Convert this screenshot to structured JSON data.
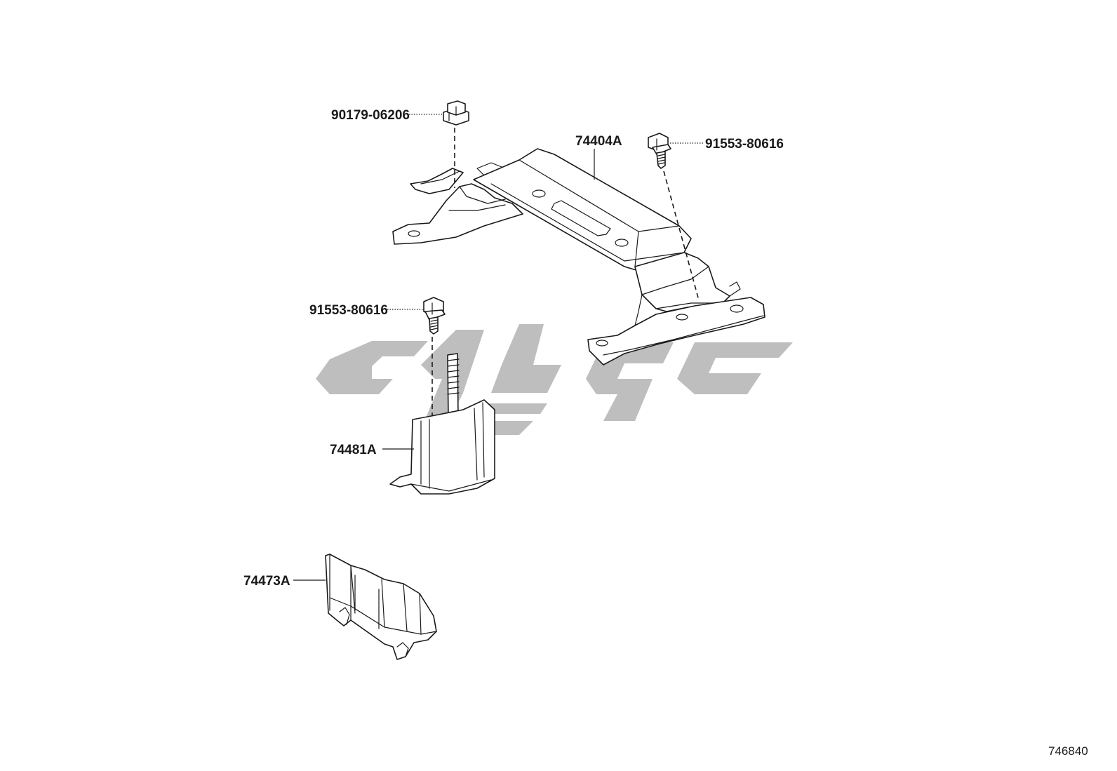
{
  "diagram": {
    "figure_number": "746840",
    "callouts": [
      {
        "id": "nut",
        "text": "90179-06206"
      },
      {
        "id": "bracket",
        "text": "74404A"
      },
      {
        "id": "bolt-right",
        "text": "91553-80616"
      },
      {
        "id": "bolt-left",
        "text": "91553-80616"
      },
      {
        "id": "holder",
        "text": "74481A"
      },
      {
        "id": "block",
        "text": "74473A"
      }
    ]
  },
  "colors": {
    "line": "#1a1a1a",
    "watermark": "#b3b3b3",
    "background": "#ffffff"
  }
}
